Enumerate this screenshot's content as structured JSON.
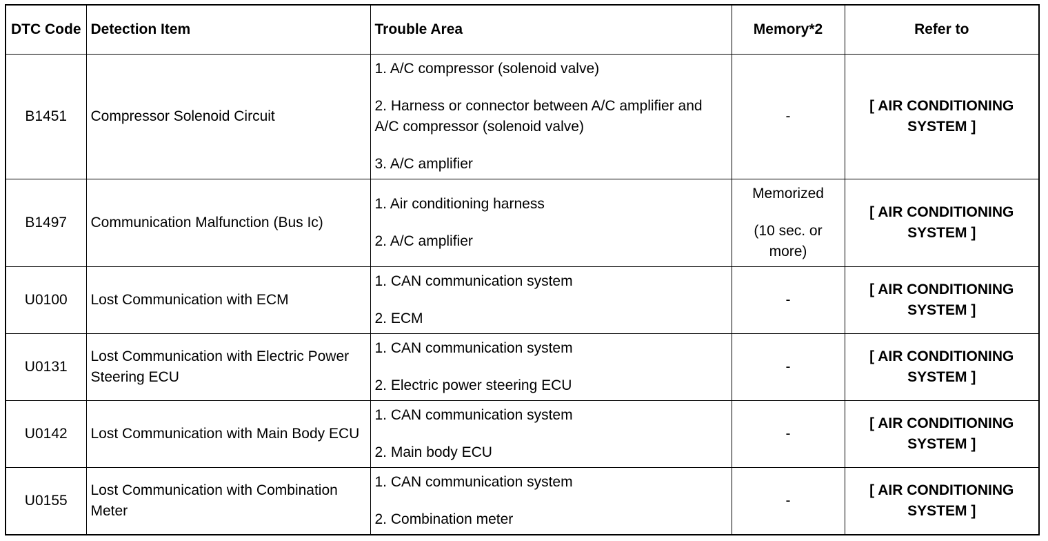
{
  "table": {
    "headers": {
      "dtc_code": "DTC Code",
      "detection_item": "Detection Item",
      "trouble_area": "Trouble Area",
      "memory": "Memory*2",
      "refer_to": "Refer to"
    },
    "rows": [
      {
        "code": "B1451",
        "item": "Compressor Solenoid Circuit",
        "areas": [
          "1. A/C compressor (solenoid valve)",
          "2. Harness or connector between A/C amplifier and A/C compressor (solenoid valve)",
          "3. A/C amplifier"
        ],
        "memory": [
          "-"
        ],
        "refer": "[ AIR CONDITIONING SYSTEM ]"
      },
      {
        "code": "B1497",
        "item": "Communication Malfunction (Bus Ic)",
        "areas": [
          "1. Air conditioning harness",
          "2. A/C amplifier"
        ],
        "memory": [
          "Memorized",
          "(10 sec. or more)"
        ],
        "refer": "[ AIR CONDITIONING SYSTEM ]"
      },
      {
        "code": "U0100",
        "item": "Lost Communication with ECM",
        "areas": [
          "1. CAN communication system",
          "2. ECM"
        ],
        "memory": [
          "-"
        ],
        "refer": "[ AIR CONDITIONING SYSTEM ]"
      },
      {
        "code": "U0131",
        "item": "Lost Communication with Electric Power Steering ECU",
        "areas": [
          "1. CAN communication system",
          "2. Electric power steering ECU"
        ],
        "memory": [
          "-"
        ],
        "refer": "[ AIR CONDITIONING SYSTEM ]"
      },
      {
        "code": "U0142",
        "item": "Lost Communication with Main Body ECU",
        "areas": [
          "1. CAN communication system",
          "2. Main body ECU"
        ],
        "memory": [
          "-"
        ],
        "refer": "[ AIR CONDITIONING SYSTEM ]"
      },
      {
        "code": "U0155",
        "item": "Lost Communication with Combination Meter",
        "areas": [
          "1. CAN communication system",
          "2. Combination meter"
        ],
        "memory": [
          "-"
        ],
        "refer": "[ AIR CONDITIONING SYSTEM ]"
      }
    ]
  }
}
